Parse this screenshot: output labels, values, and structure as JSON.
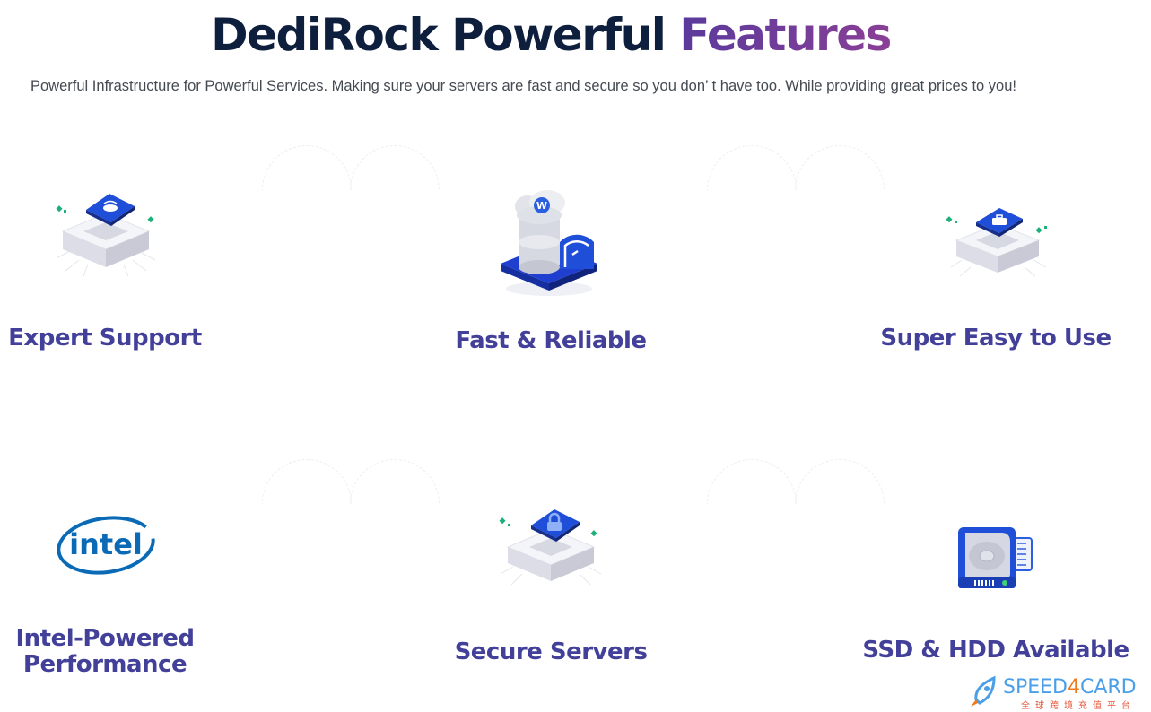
{
  "header": {
    "title_main": "DediRock Powerful ",
    "title_accent": "Features",
    "subtitle": "Powerful Infrastructure for Powerful Services. Making sure your servers are fast and secure so you don’  t have too. While providing great prices to you!"
  },
  "colors": {
    "title": "#0e1f3d",
    "accent_start": "#5a3a9c",
    "accent_end": "#8a3f96",
    "feature_label": "#43409a",
    "icon_blue": "#1f4fd8",
    "icon_green": "#1fb07a",
    "intel_blue": "#0a6ab6"
  },
  "features": [
    {
      "label": "Expert Support",
      "icon": "phone-support-icon"
    },
    {
      "label": "Fast & Reliable",
      "icon": "cloud-speed-icon"
    },
    {
      "label": "Super Easy to Use",
      "icon": "toolbox-icon"
    },
    {
      "label_line1": "Intel-Powered",
      "label_line2": "Performance",
      "icon": "intel-logo-icon",
      "logo_text": "intel"
    },
    {
      "label": "Secure Servers",
      "icon": "lock-icon"
    },
    {
      "label": "SSD & HDD Available",
      "icon": "hard-drive-icon"
    }
  ],
  "watermark": {
    "brand_pre": "SPEED",
    "brand_four": "4",
    "brand_post": "CARD",
    "tagline": "全球跨境充值平台"
  }
}
